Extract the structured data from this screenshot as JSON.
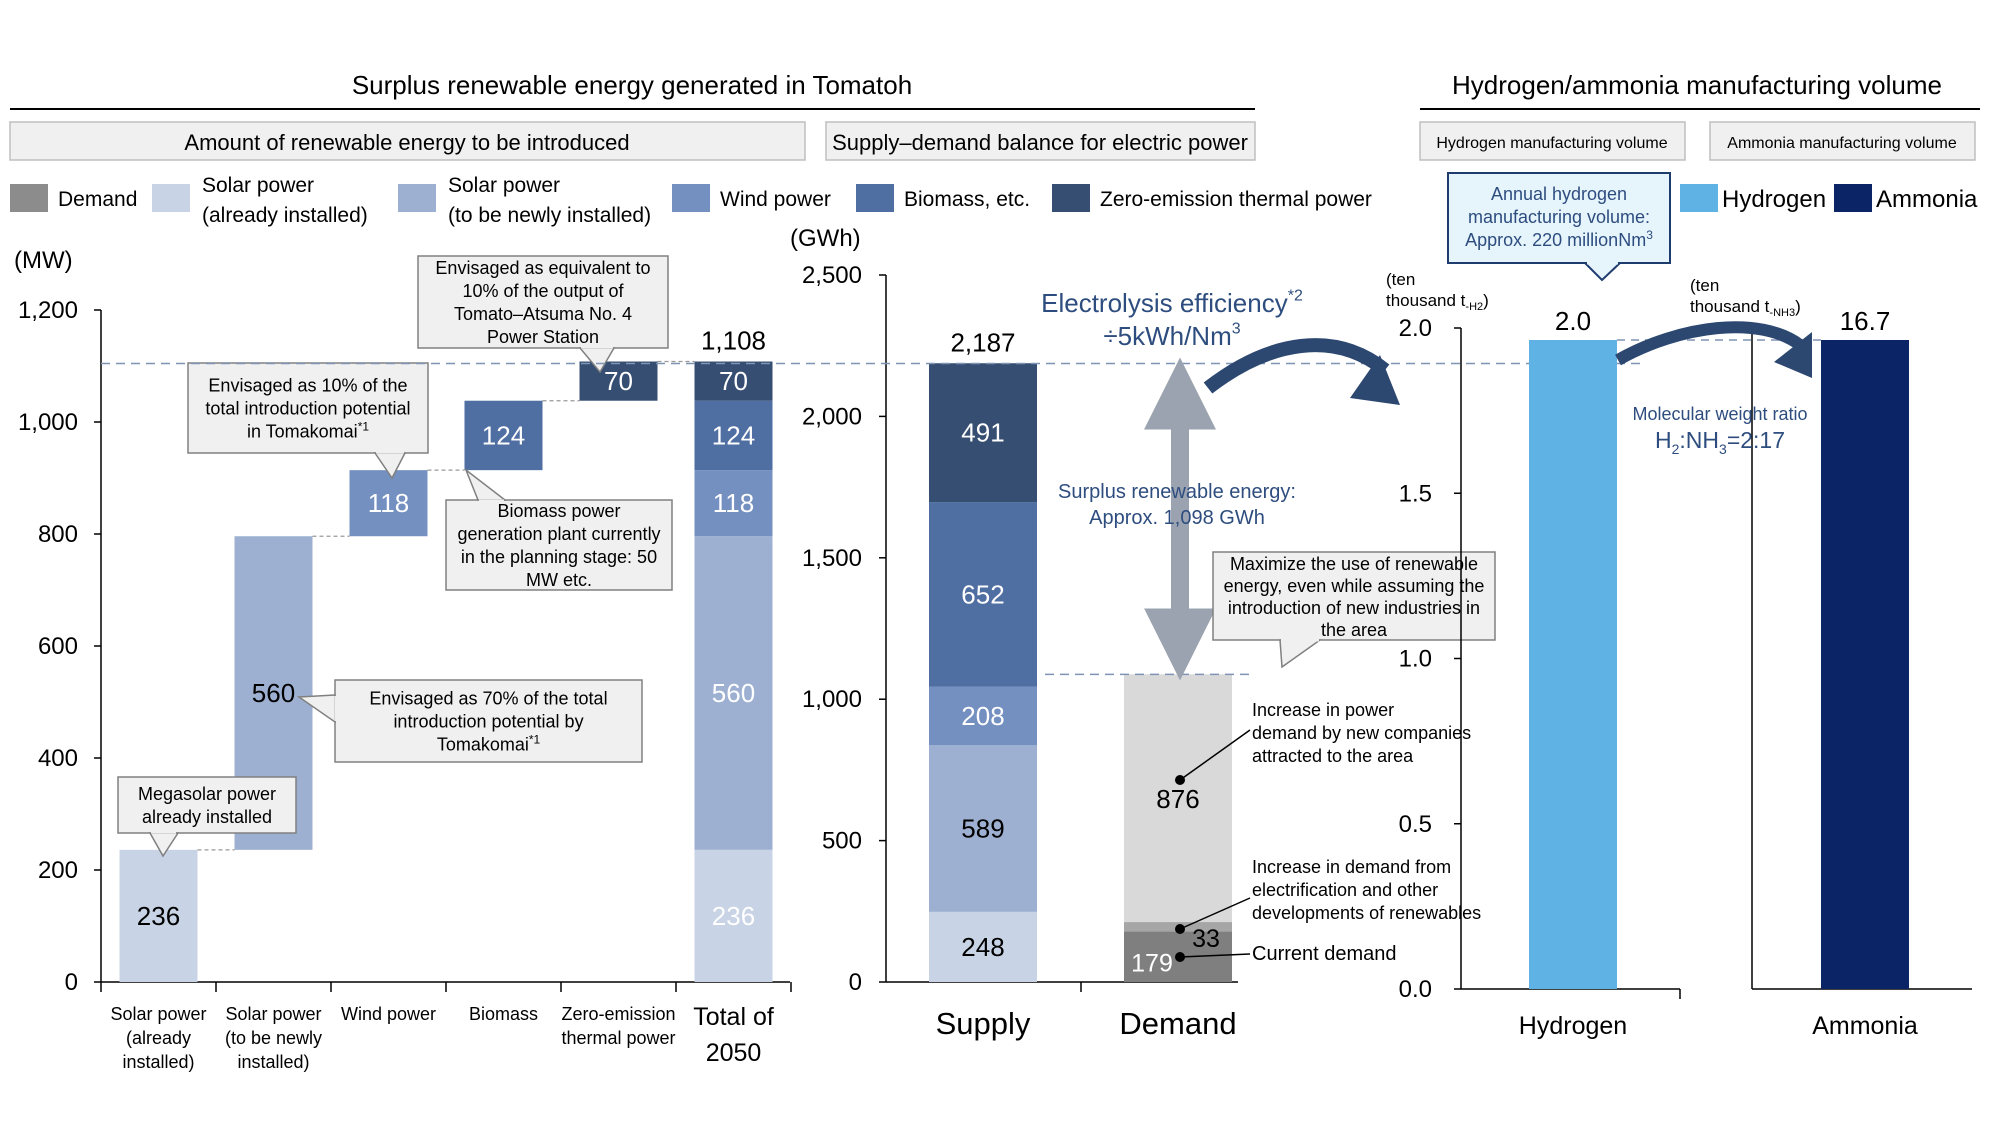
{
  "colors": {
    "demand": "#8c8c8c",
    "solar_installed": "#c8d3e5",
    "solar_new": "#9db0d1",
    "wind": "#7490c0",
    "biomass": "#4f6ea2",
    "zero_emission": "#354e72",
    "hydrogen": "#5eb3e4",
    "ammonia": "#0b2465",
    "demand_light": "#d9d9d9",
    "demand_mid": "#a6a6a6",
    "demand_dark": "#7f7f7f",
    "arrow": "#2c4770",
    "accent_text": "#2e4d7f",
    "panel_fill": "#f0f0f0"
  },
  "headers": {
    "left_title": "Surplus renewable energy generated in Tomatoh",
    "right_title": "Hydrogen/ammonia manufacturing volume",
    "box_introduced": "Amount of renewable energy to be introduced",
    "box_balance": "Supply–demand balance for electric power",
    "box_hydrogen": "Hydrogen manufacturing volume",
    "box_ammonia": "Ammonia manufacturing volume"
  },
  "legend": [
    {
      "key": "demand",
      "label1": "Demand",
      "label2": ""
    },
    {
      "key": "solar_installed",
      "label1": "Solar power",
      "label2": "(already installed)"
    },
    {
      "key": "solar_new",
      "label1": "Solar power",
      "label2": "(to be newly installed)"
    },
    {
      "key": "wind",
      "label1": "Wind power",
      "label2": ""
    },
    {
      "key": "biomass",
      "label1": "Biomass, etc.",
      "label2": ""
    },
    {
      "key": "zero_emission",
      "label1": "Zero-emission thermal power",
      "label2": ""
    }
  ],
  "legend_right": [
    {
      "key": "hydrogen",
      "label": "Hydrogen"
    },
    {
      "key": "ammonia",
      "label": "Ammonia"
    }
  ],
  "chart_data": [
    {
      "type": "bar",
      "subtype": "waterfall",
      "ylabel": "(MW)",
      "ylim": [
        0,
        1200
      ],
      "yticks": [
        "0",
        "200",
        "400",
        "600",
        "800",
        "1,000",
        "1,200"
      ],
      "categories": [
        [
          "Solar power",
          "(already",
          "installed)"
        ],
        [
          "Solar power",
          "(to be newly",
          "installed)"
        ],
        [
          "Wind power"
        ],
        [
          "Biomass"
        ],
        [
          "Zero-emission",
          "thermal power"
        ],
        [
          "Total of",
          "2050"
        ]
      ],
      "steps": [
        {
          "key": "solar_installed",
          "value": 236,
          "label": "236"
        },
        {
          "key": "solar_new",
          "value": 560,
          "label": "560"
        },
        {
          "key": "wind",
          "value": 118,
          "label": "118"
        },
        {
          "key": "biomass",
          "value": 124,
          "label": "124"
        },
        {
          "key": "zero_emission",
          "value": 70,
          "label": "70"
        }
      ],
      "total": {
        "value": 1108,
        "label": "1,108"
      },
      "callouts": [
        {
          "lines": [
            "Megasolar power",
            "already installed"
          ],
          "sup": ""
        },
        {
          "lines": [
            "Envisaged as 70% of the total",
            "introduction potential by",
            "Tomakomai"
          ],
          "sup": "*1"
        },
        {
          "lines": [
            "Envisaged as 10% of the",
            "total introduction potential",
            "in Tomakomai"
          ],
          "sup": "*1"
        },
        {
          "lines": [
            "Biomass power",
            "generation plant currently",
            "in the planning stage: 50",
            "MW etc."
          ],
          "sup": ""
        },
        {
          "lines": [
            "Envisaged as equivalent to",
            "10% of the output of",
            "Tomato–Atsuma No. 4",
            "Power Station"
          ],
          "sup": ""
        }
      ]
    },
    {
      "type": "bar",
      "subtype": "stacked",
      "ylabel": "(GWh)",
      "ylim": [
        0,
        2500
      ],
      "yticks": [
        "0",
        "500",
        "1,000",
        "1,500",
        "2,000",
        "2,500"
      ],
      "categories": [
        "Supply",
        "Demand"
      ],
      "supply": [
        {
          "key": "solar_installed",
          "value": 248,
          "label": "248"
        },
        {
          "key": "solar_new",
          "value": 589,
          "label": "589"
        },
        {
          "key": "wind",
          "value": 208,
          "label": "208"
        },
        {
          "key": "biomass",
          "value": 652,
          "label": "652"
        },
        {
          "key": "zero_emission",
          "value": 491,
          "label": "491"
        }
      ],
      "supply_total": {
        "value": 2187,
        "label": "2,187"
      },
      "demand": [
        {
          "key": "demand_dark",
          "value": 179,
          "label": "179"
        },
        {
          "key": "demand_mid",
          "value": 33,
          "label": "33"
        },
        {
          "key": "demand_light",
          "value": 876,
          "label": "876"
        }
      ],
      "demand_notes": [
        {
          "lines": [
            "Increase in power",
            "demand by new companies",
            "attracted to the area"
          ]
        },
        {
          "lines": [
            "Increase in demand from",
            "electrification and other",
            "developments of renewables"
          ]
        },
        {
          "lines": [
            "Current demand"
          ]
        }
      ],
      "surplus": [
        "Surplus renewable energy:",
        "Approx. 1,098 GWh"
      ],
      "maximize_note": [
        "Maximize the use of renewable",
        "energy, even while assuming the",
        "introduction of new industries in",
        "the area"
      ],
      "electrolysis": {
        "title": "Electrolysis efficiency",
        "sup": "*2",
        "line2": "÷5kWh/Nm",
        "sup2": "3"
      }
    },
    {
      "type": "bar",
      "categories": [
        "Hydrogen",
        "Ammonia"
      ],
      "values": [
        2.0,
        16.7
      ],
      "value_labels": [
        "2.0",
        "16.7"
      ],
      "ylim": [
        0,
        2.0
      ],
      "yticks": [
        "0.0",
        "0.5",
        "1.0",
        "1.5",
        "2.0"
      ],
      "ylabel_h2": [
        "(ten",
        "thousand t",
        "-H2",
        ")"
      ],
      "ylabel_nh3": [
        "(ten",
        "thousand t",
        "-NH3",
        ")"
      ],
      "annual_note": [
        "Annual hydrogen",
        "manufacturing volume:",
        "Approx. 220 millionNm",
        "3"
      ],
      "ratio_note": [
        "Molecular weight ratio",
        "H",
        "2",
        ":NH",
        "3",
        "=2:17"
      ]
    }
  ]
}
